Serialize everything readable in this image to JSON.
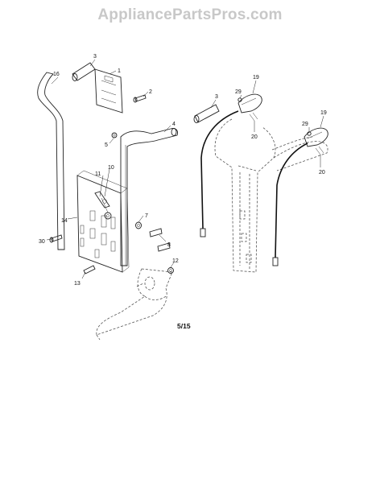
{
  "header": {
    "site_title": "AppliancePartsPros.com"
  },
  "diagram": {
    "page_number": "5/15",
    "callouts": [
      "1",
      "2",
      "3",
      "3",
      "4",
      "5",
      "7",
      "8",
      "10",
      "11",
      "12",
      "13",
      "14",
      "16",
      "19",
      "19",
      "20",
      "20",
      "29",
      "29",
      "30"
    ]
  }
}
